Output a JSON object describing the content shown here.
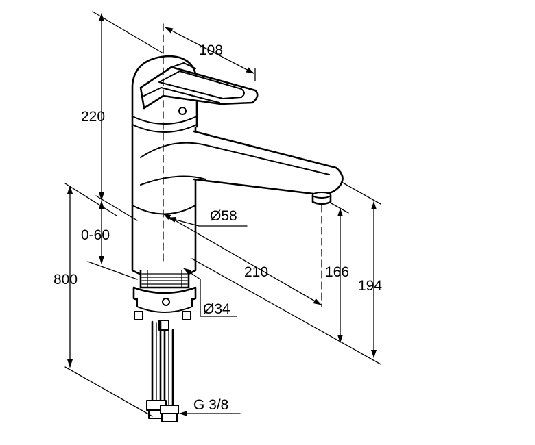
{
  "dimensions": {
    "lever_width": "108",
    "total_height": "220",
    "deck_thickness": "0-60",
    "hose_length": "800",
    "body_diameter": "Ø58",
    "spout_reach": "210",
    "spout_clearance": "166",
    "spout_top_height": "194",
    "shank_diameter": "Ø34",
    "connection_thread": "G 3/8"
  }
}
